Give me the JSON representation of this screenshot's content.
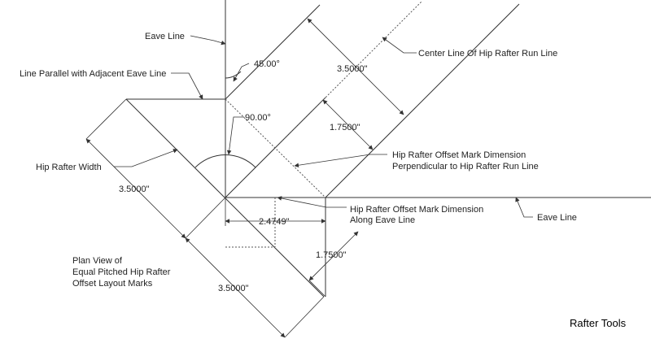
{
  "labels": {
    "eave_line_top": "Eave Line",
    "line_parallel": "Line Parallel with Adjacent Eave Line",
    "angle_45": "45.00°",
    "angle_90": "90.00°",
    "dim_width_top": "3.5000\"",
    "dim_center_offset": "1.7500\"",
    "center_line": "Center Line Of Hip Rafter Run Line",
    "hip_rafter_width": "Hip Rafter Width",
    "dim_width_left": "3.5000\"",
    "offset_perp_line1": "Hip Rafter Offset Mark Dimension",
    "offset_perp_line2": "Perpendicular to Hip Rafter Run Line",
    "offset_along_line1": "Hip Rafter Offset Mark Dimension",
    "offset_along_line2": "Along Eave Line",
    "eave_line_right": "Eave Line",
    "dim_along_eave": "2.4749\"",
    "dim_lower_offset": "1.7500\"",
    "plan_view_line1": "Plan View of",
    "plan_view_line2": "Equal Pitched Hip Rafter",
    "plan_view_line3": "Offset Layout Marks",
    "dim_width_bottom": "3.5000\"",
    "brand": "Rafter Tools"
  },
  "colors": {
    "line": "#333333",
    "text": "#222222"
  }
}
